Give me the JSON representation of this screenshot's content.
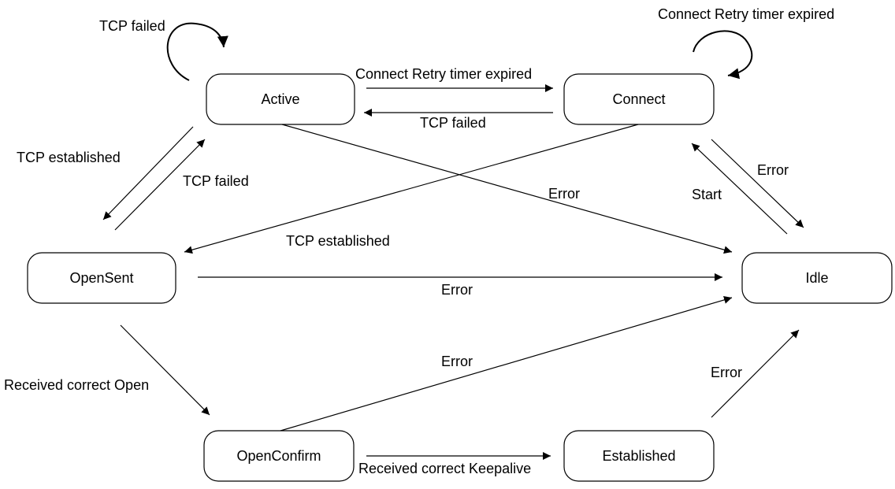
{
  "colors": {
    "line": "#000000",
    "background": "#ffffff"
  },
  "states": {
    "active": "Active",
    "connect": "Connect",
    "opensent": "OpenSent",
    "idle": "Idle",
    "openconfirm": "OpenConfirm",
    "established": "Established"
  },
  "transitions": {
    "active_self": "TCP failed",
    "connect_self": "Connect Retry timer expired",
    "active_to_connect": "Connect Retry timer expired",
    "connect_to_active": "TCP failed",
    "active_to_opensent": "TCP established",
    "opensent_to_active": "TCP failed",
    "connect_to_opensent": "TCP established",
    "active_to_idle": "Error",
    "idle_to_connect": "Start",
    "connect_to_idle": "Error",
    "opensent_to_idle": "Error",
    "opensent_to_openconfirm": "Received correct Open",
    "openconfirm_to_idle": "Error",
    "established_to_idle": "Error",
    "openconfirm_to_established": "Received correct Keepalive"
  }
}
